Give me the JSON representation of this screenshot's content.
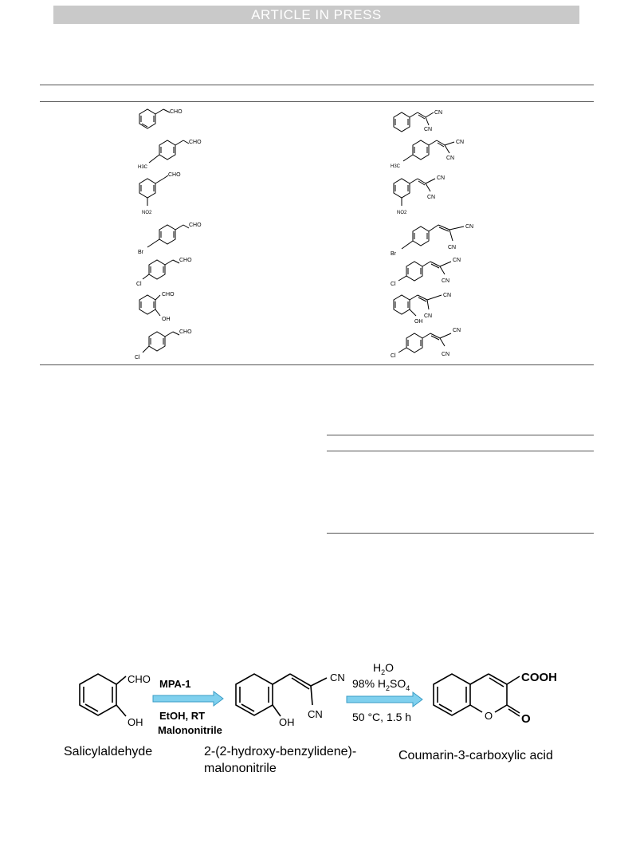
{
  "header": {
    "banner": "ARTICLE IN PRESS"
  },
  "colors": {
    "banner_bg": "#c9c9c9",
    "arrow_fill": "#7fd0ee",
    "arrow_stroke": "#3a9cc6"
  },
  "substituents": {
    "cho": "CHO",
    "cn": "CN",
    "h3c": "H3C",
    "no2": "NO2",
    "br": "Br",
    "cl": "Cl",
    "oh": "OH"
  },
  "scheme": {
    "reactant": {
      "cho": "CHO",
      "oh": "OH",
      "name": "Salicylaldehyde"
    },
    "step1": {
      "reagent": "MPA-1",
      "conditions": "EtOH, RT",
      "coreagent": "Malononitrile"
    },
    "intermediate": {
      "cn_top": "CN",
      "cn_bottom": "CN",
      "oh": "OH",
      "name_line1": "2-(2-hydroxy-benzylidene)-",
      "name_line2": "malononitrile"
    },
    "step2": {
      "water_h": "H",
      "water_sub": "2",
      "water_o": "O",
      "acid_prefix": "98% H",
      "acid_sub2": "2",
      "acid_so": "SO",
      "acid_sub4": "4",
      "conditions": "50 °C, 1.5 h"
    },
    "product": {
      "cooh": "COOH",
      "ring_o": "O",
      "carbonyl_o": "O",
      "name": "Coumarin-3-carboxylic acid"
    }
  }
}
